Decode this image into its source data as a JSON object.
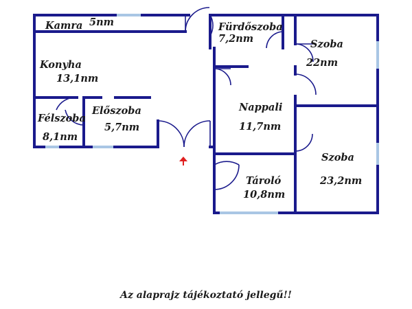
{
  "rooms": {
    "kamra": {
      "name": "Kamra",
      "area": "5nm"
    },
    "furdoszoba": {
      "name": "Fürdőszoba",
      "area": "7,2nm"
    },
    "szoba1": {
      "name": "Szoba",
      "area": "22nm"
    },
    "konyha": {
      "name": "Konyha",
      "area": "13,1nm"
    },
    "nappali": {
      "name": "Nappali",
      "area": "11,7nm"
    },
    "felszoba": {
      "name": "Félszoba",
      "area": "8,1nm"
    },
    "eloszoba": {
      "name": "Előszoba",
      "area": "5,7nm"
    },
    "szoba2": {
      "name": "Szoba",
      "area": "23,2nm"
    },
    "tarolo": {
      "name": "Tároló",
      "area": "10,8nm"
    }
  },
  "caption": "Az alaprajz tájékoztató jellegű!!",
  "colors": {
    "wall": "#1a1a8c",
    "window": "#a9c6e4",
    "entrance_arrow": "#e02020"
  }
}
